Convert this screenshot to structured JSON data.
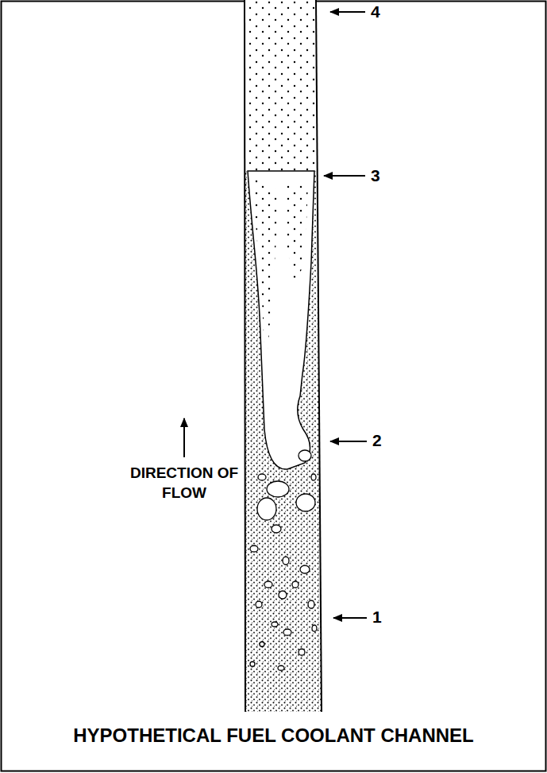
{
  "diagram": {
    "title": "HYPOTHETICAL FUEL COOLANT CHANNEL",
    "labels": [
      "4",
      "3",
      "2",
      "1",
      "DIRECTION OF FLOW"
    ]
  }
}
